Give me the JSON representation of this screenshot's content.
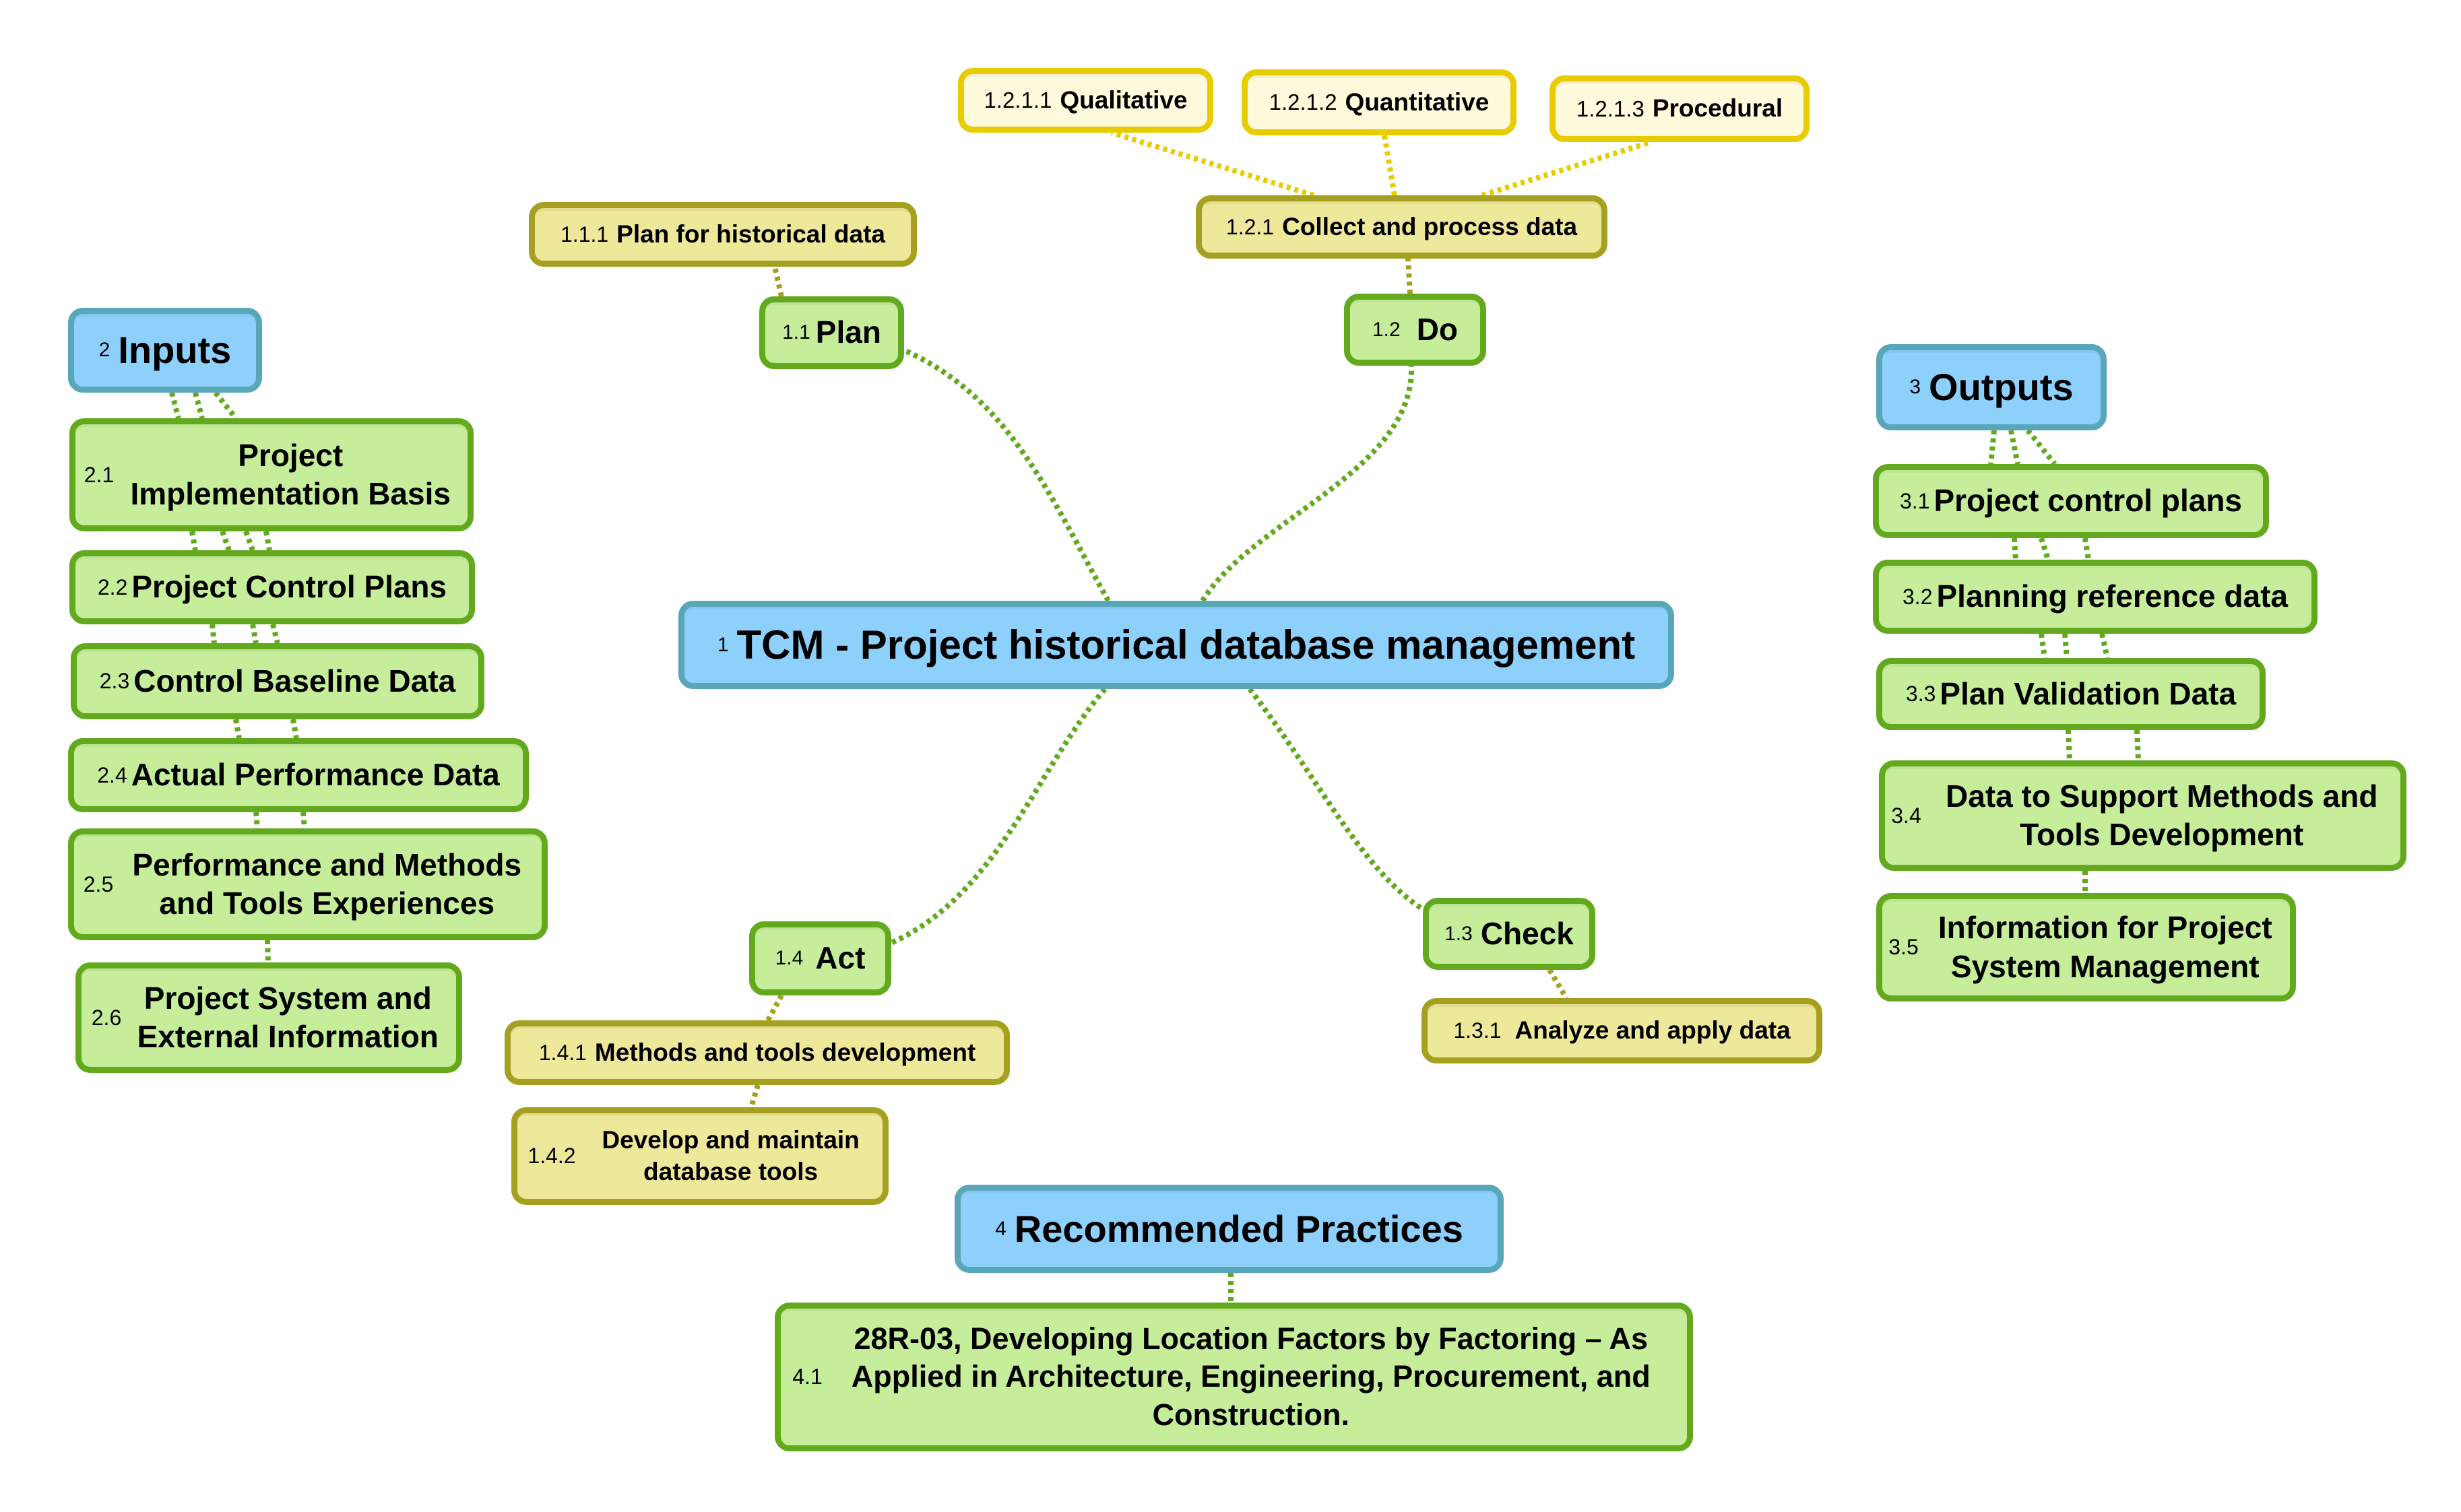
{
  "root": {
    "num": "1",
    "label": "TCM - Project historical  database management"
  },
  "process": {
    "plan": {
      "num": "1.1",
      "label": "Plan",
      "children": [
        {
          "num": "1.1.1",
          "label": "Plan for historical data"
        }
      ]
    },
    "do": {
      "num": "1.2",
      "label": "Do",
      "children": [
        {
          "num": "1.2.1",
          "label": "Collect and process data",
          "children": [
            {
              "num": "1.2.1.1",
              "label": "Qualitative"
            },
            {
              "num": "1.2.1.2",
              "label": "Quantitative"
            },
            {
              "num": "1.2.1.3",
              "label": "Procedural"
            }
          ]
        }
      ]
    },
    "check": {
      "num": "1.3",
      "label": "Check",
      "children": [
        {
          "num": "1.3.1",
          "label": "Analyze and apply data"
        }
      ]
    },
    "act": {
      "num": "1.4",
      "label": "Act",
      "children": [
        {
          "num": "1.4.1",
          "label": "Methods and tools development"
        },
        {
          "num": "1.4.2",
          "label": "Develop and maintain database tools"
        }
      ]
    }
  },
  "inputs": {
    "num": "2",
    "label": "Inputs",
    "items": [
      {
        "num": "2.1",
        "label": "Project Implementation Basis"
      },
      {
        "num": "2.2",
        "label": "Project Control Plans"
      },
      {
        "num": "2.3",
        "label": "Control Baseline Data"
      },
      {
        "num": "2.4",
        "label": "Actual Performance Data"
      },
      {
        "num": "2.5",
        "label": "Performance and Methods and Tools Experiences"
      },
      {
        "num": "2.6",
        "label": "Project System and External Information"
      }
    ]
  },
  "outputs": {
    "num": "3",
    "label": "Outputs",
    "items": [
      {
        "num": "3.1",
        "label": "Project control plans"
      },
      {
        "num": "3.2",
        "label": "Planning reference data"
      },
      {
        "num": "3.3",
        "label": "Plan Validation Data"
      },
      {
        "num": "3.4",
        "label": "Data to Support Methods and Tools Development"
      },
      {
        "num": "3.5",
        "label": "Information for Project System Management"
      }
    ]
  },
  "recommended_practices": {
    "num": "4",
    "label": "Recommended Practices",
    "items": [
      {
        "num": "4.1",
        "label": "28R-03, Developing Location Factors by Factoring – As Applied in Architecture, Engineering, Procurement, and Construction."
      }
    ]
  },
  "colors": {
    "topic_fill": "#8dd0fc",
    "topic_border": "#58a6b8",
    "subtopic_fill": "#c6ee9a",
    "subtopic_border": "#62a91e",
    "level3_fill": "#ede89a",
    "level3_border": "#a6a020",
    "level4_fill": "#fffadc",
    "level4_border": "#e8cc00",
    "link_green": "#62a91e",
    "link_olive": "#a6a020",
    "link_gold": "#e8cc00"
  }
}
